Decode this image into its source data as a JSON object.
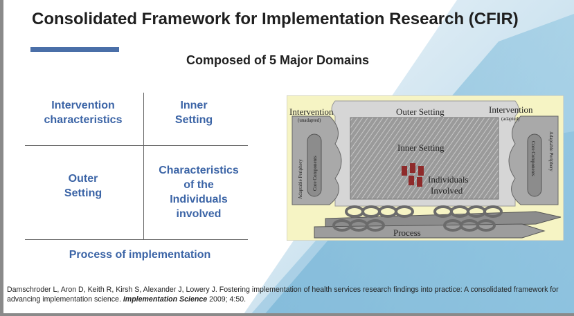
{
  "title": "Consolidated Framework for Implementation Research (CFIR)",
  "subtitle": "Composed of 5 Major Domains",
  "domains": [
    {
      "line1": "Intervention",
      "line2": "characteristics"
    },
    {
      "line1": "Inner",
      "line2": "Setting"
    },
    {
      "line1": "Outer",
      "line2": "Setting"
    },
    {
      "line1": "Characteristics",
      "line2": "of the",
      "line3": "Individuals",
      "line4": "involved"
    },
    {
      "line1": "Process of implementation"
    }
  ],
  "diagram": {
    "intervention_left": "Intervention",
    "unadapted": "(unadapted)",
    "outer_setting": "Outer Setting",
    "intervention_right": "Intervention",
    "adapted": "(adapted)",
    "inner_setting": "Inner Setting",
    "individuals": "Individuals",
    "involved": "Involved",
    "process": "Process",
    "adaptable_periphery": "Adaptable Periphery",
    "core_components": "Core Components"
  },
  "citation": {
    "part1": "Damschroder L, Aron D, Keith R, Kirsh S, Alexander J, Lowery J.  Fostering implementation of health services research findings into practice: A consolidated framework for advancing implementation science.  ",
    "journal": "Implementation Science",
    "part2": " 2009; 4:50."
  },
  "colors": {
    "domain_text": "#3b64a6",
    "accent_bar": "#4a6fa8",
    "title_text": "#1f1f1f"
  }
}
